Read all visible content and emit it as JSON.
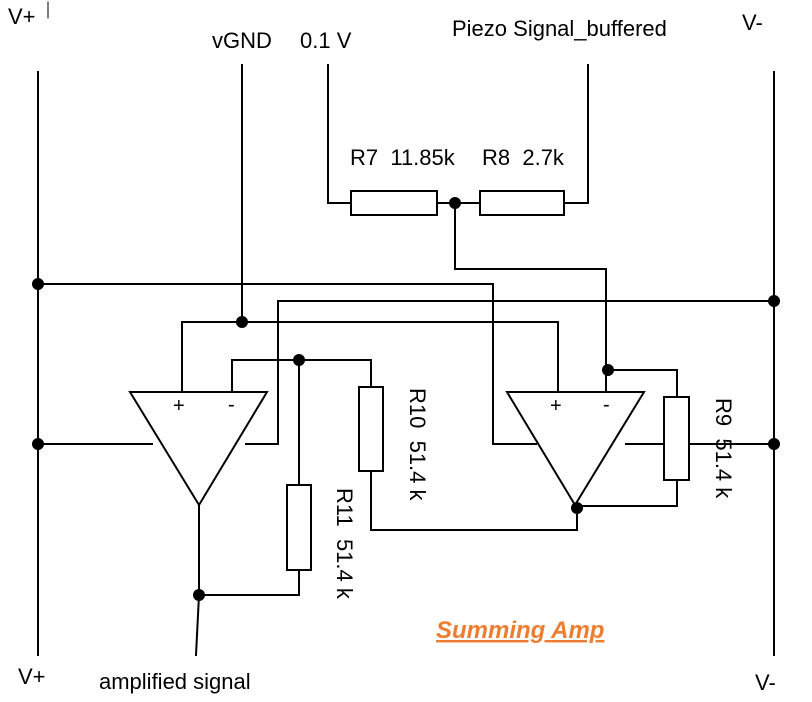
{
  "rails": {
    "vplus_top": "V+",
    "vplus_bottom": "V+",
    "vminus_top": "V-",
    "vminus_bottom": "V-"
  },
  "inputs": {
    "vgnd": "vGND",
    "ref_voltage": "0.1 V",
    "piezo": "Piezo Signal_buffered"
  },
  "resistors": {
    "r7": "R7  11.85k",
    "r8": "R8  2.7k",
    "r9": "R9  51.4 k",
    "r10": "R10  51.4 k",
    "r11": "R11  51.4 k"
  },
  "opamps": {
    "plus_sign": "+",
    "minus_sign": "-"
  },
  "output": {
    "label": "amplified signal"
  },
  "title": {
    "text": "Summing Amp",
    "color": "#ED7D31"
  },
  "colors": {
    "wire": "#000000",
    "background": "#FFFFFF"
  }
}
